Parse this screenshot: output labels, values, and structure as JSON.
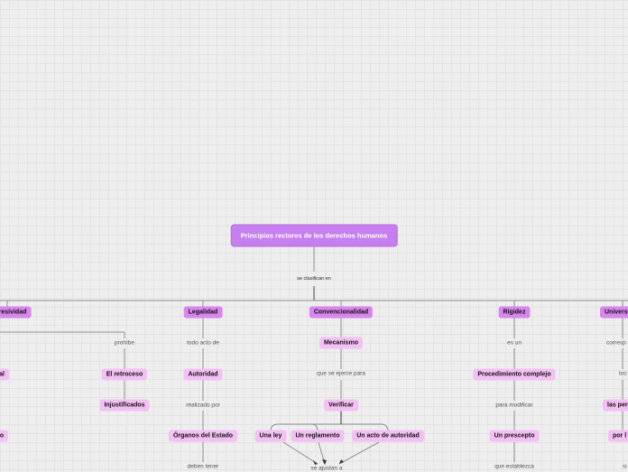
{
  "root": {
    "title": "Principios rectores de los derechos humanos"
  },
  "root_link": "se clasifican en",
  "branches": {
    "progresividad": {
      "title": "resividad",
      "link": "prohíbe",
      "child1": "El retroceso",
      "child2": "Injustificados",
      "left_cut_1": "al",
      "left_cut_2": "o"
    },
    "legalidad": {
      "title": "Legalidad",
      "link1": "todo acto de",
      "child1": "Autoridad",
      "link2": "realizado por",
      "child2": "Órganos del Estado",
      "link3": "deben tener"
    },
    "convencionalidad": {
      "title": "Convencionalidad",
      "child1": "Mecanismo",
      "link1": "que se ejerce para",
      "child2": "Verificar",
      "leaf1": "Una ley",
      "leaf2": "Un reglamento",
      "leaf3": "Un acto de autoridad",
      "link2": "se ajustan a"
    },
    "rigidez": {
      "title": "Rigidez",
      "link1": "es un",
      "child1": "Procedimiento complejo",
      "link2": "para modificar",
      "child2": "Un prescepto",
      "link3": "que establezca"
    },
    "universalidad": {
      "title": "Univers",
      "link1": "corresp",
      "link2": "toc",
      "child1": "las per",
      "child2": "por l",
      "link3": "si"
    }
  },
  "colors": {
    "root": "#c77ff0",
    "main": "#d886ee",
    "sub": "#f3c0f4",
    "line": "#8a8a8a",
    "background": "#eeeeee"
  }
}
